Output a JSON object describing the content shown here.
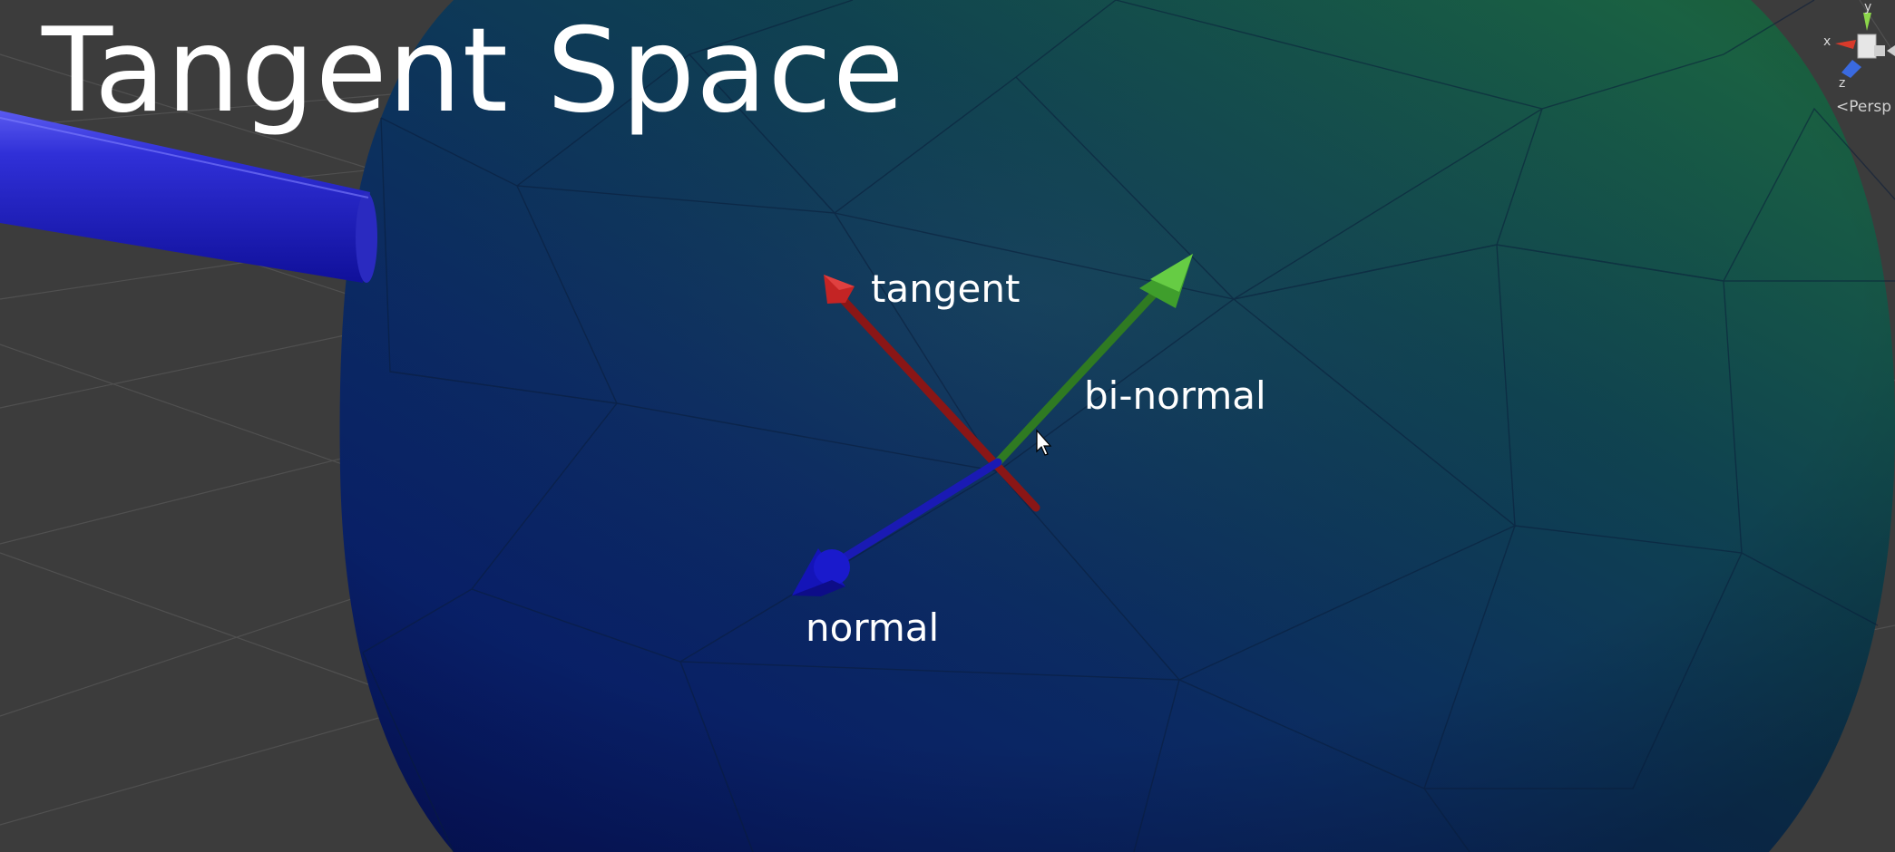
{
  "title": "Tangent Space",
  "labels": {
    "tangent": "tangent",
    "binormal": "bi-normal",
    "normal": "normal"
  },
  "gizmo": {
    "x": "x",
    "y": "y",
    "z": "z",
    "projection": "Persp"
  },
  "icons": {
    "cursor": "mouse-pointer-icon",
    "gizmo": "orientation-gizmo-icon"
  },
  "colors": {
    "tangent": "#b32020",
    "binormal": "#3f9e2c",
    "normal": "#1a1ac8",
    "background": "#3c3c3c"
  }
}
